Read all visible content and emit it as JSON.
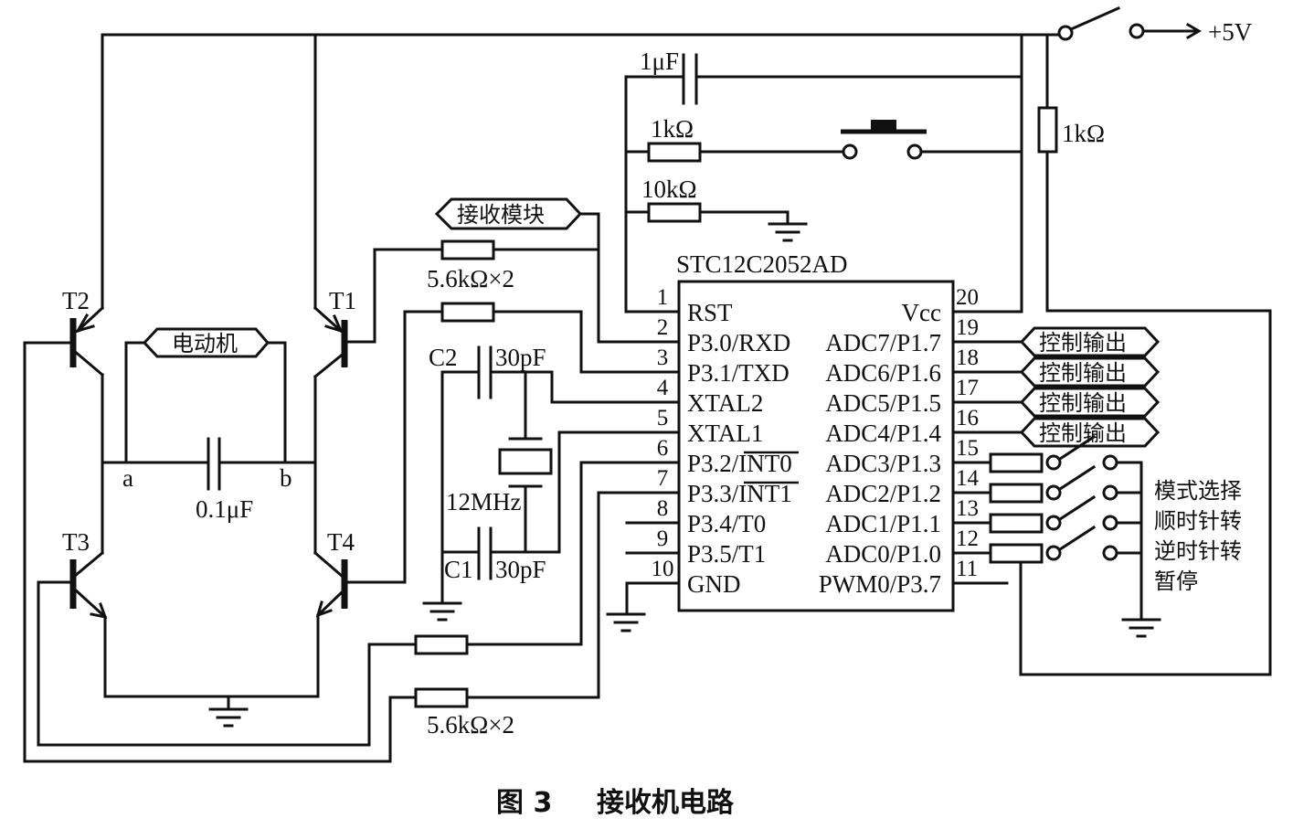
{
  "figure": {
    "caption_number": "图 3",
    "caption_title": "接收机电路"
  },
  "power": {
    "label": "+5V",
    "switch_label": ""
  },
  "mcu": {
    "part": "STC12C2052AD",
    "left_pins": [
      {
        "num": "1",
        "name": "RST"
      },
      {
        "num": "2",
        "name": "P3.0/RXD"
      },
      {
        "num": "3",
        "name": "P3.1/TXD"
      },
      {
        "num": "4",
        "name": "XTAL2"
      },
      {
        "num": "5",
        "name": "XTAL1"
      },
      {
        "num": "6",
        "name": "P3.2/INT0"
      },
      {
        "num": "7",
        "name": "P3.3/INT1"
      },
      {
        "num": "8",
        "name": "P3.4/T0"
      },
      {
        "num": "9",
        "name": "P3.5/T1"
      },
      {
        "num": "10",
        "name": "GND"
      }
    ],
    "right_pins": [
      {
        "num": "20",
        "name": "Vcc"
      },
      {
        "num": "19",
        "name": "ADC7/P1.7"
      },
      {
        "num": "18",
        "name": "ADC6/P1.6"
      },
      {
        "num": "17",
        "name": "ADC5/P1.5"
      },
      {
        "num": "16",
        "name": "ADC4/P1.4"
      },
      {
        "num": "15",
        "name": "ADC3/P1.3"
      },
      {
        "num": "14",
        "name": "ADC2/P1.2"
      },
      {
        "num": "13",
        "name": "ADC1/P1.1"
      },
      {
        "num": "12",
        "name": "ADC0/P1.0"
      },
      {
        "num": "11",
        "name": "PWM0/P3.7"
      }
    ]
  },
  "components": {
    "c_reset": "1μF",
    "r_button": "1kΩ",
    "r_pulldown": "10kΩ",
    "r_vcc": "1kΩ",
    "receiver_module": "接收模块",
    "r_top_pair": "5.6kΩ×2",
    "r_bottom_pair": "5.6kΩ×2",
    "c2_name": "C2",
    "c2_value": "30pF",
    "c1_name": "C1",
    "c1_value": "30pF",
    "crystal": "12MHz",
    "motor": "电动机",
    "c_motor": "0.1μF",
    "node_a": "a",
    "node_b": "b",
    "transistors": [
      "T1",
      "T2",
      "T3",
      "T4"
    ]
  },
  "outputs": {
    "control_labels": [
      "控制输出",
      "控制输出",
      "控制输出",
      "控制输出"
    ],
    "mode_labels": [
      "模式选择",
      "顺时针转",
      "逆时针转",
      "暂停"
    ]
  }
}
